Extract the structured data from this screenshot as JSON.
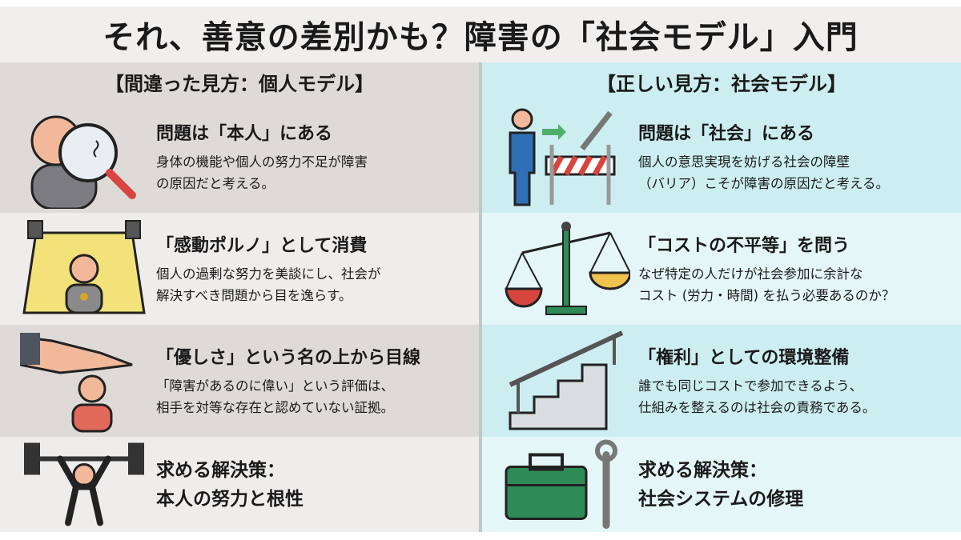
{
  "title": "それ、善意の差別かも？障害の「社会モデル」入門",
  "left": {
    "heading": "【間違った見方：個人モデル】",
    "rows": [
      {
        "title": "問題は「本人」にある",
        "lines": [
          "身体の機能や個人の努力不足が障害",
          "の原因だと考える。"
        ]
      },
      {
        "title": "「感動ポルノ」として消費",
        "lines": [
          "個人の過剰な努力を美談にし、社会が",
          "解決すべき問題から目を逸らす。"
        ]
      },
      {
        "title": "「優しさ」という名の上から目線",
        "lines": [
          "「障害があるのに偉い」という評価は、",
          "相手を対等な存在と認めていない証拠。"
        ]
      }
    ],
    "solution": [
      "求める解決策：",
      "本人の努力と根性"
    ]
  },
  "right": {
    "heading": "【正しい見方：社会モデル】",
    "rows": [
      {
        "title": "問題は「社会」にある",
        "lines": [
          "個人の意思実現を妨げる社会の障壁",
          "（バリア）こそが障害の原因だと考える。"
        ]
      },
      {
        "title": "「コストの不平等」を問う",
        "lines": [
          "なぜ特定の人だけが社会参加に余計な",
          "コスト (労力・時間) を払う必要あるのか？"
        ]
      },
      {
        "title": "「権利」としての環境整備",
        "lines": [
          "誰でも同じコストで参加できるよう、",
          "仕組みを整えるのは社会の責務である。"
        ]
      }
    ],
    "solution": [
      "求める解決策：",
      "社会システムの修理"
    ]
  }
}
